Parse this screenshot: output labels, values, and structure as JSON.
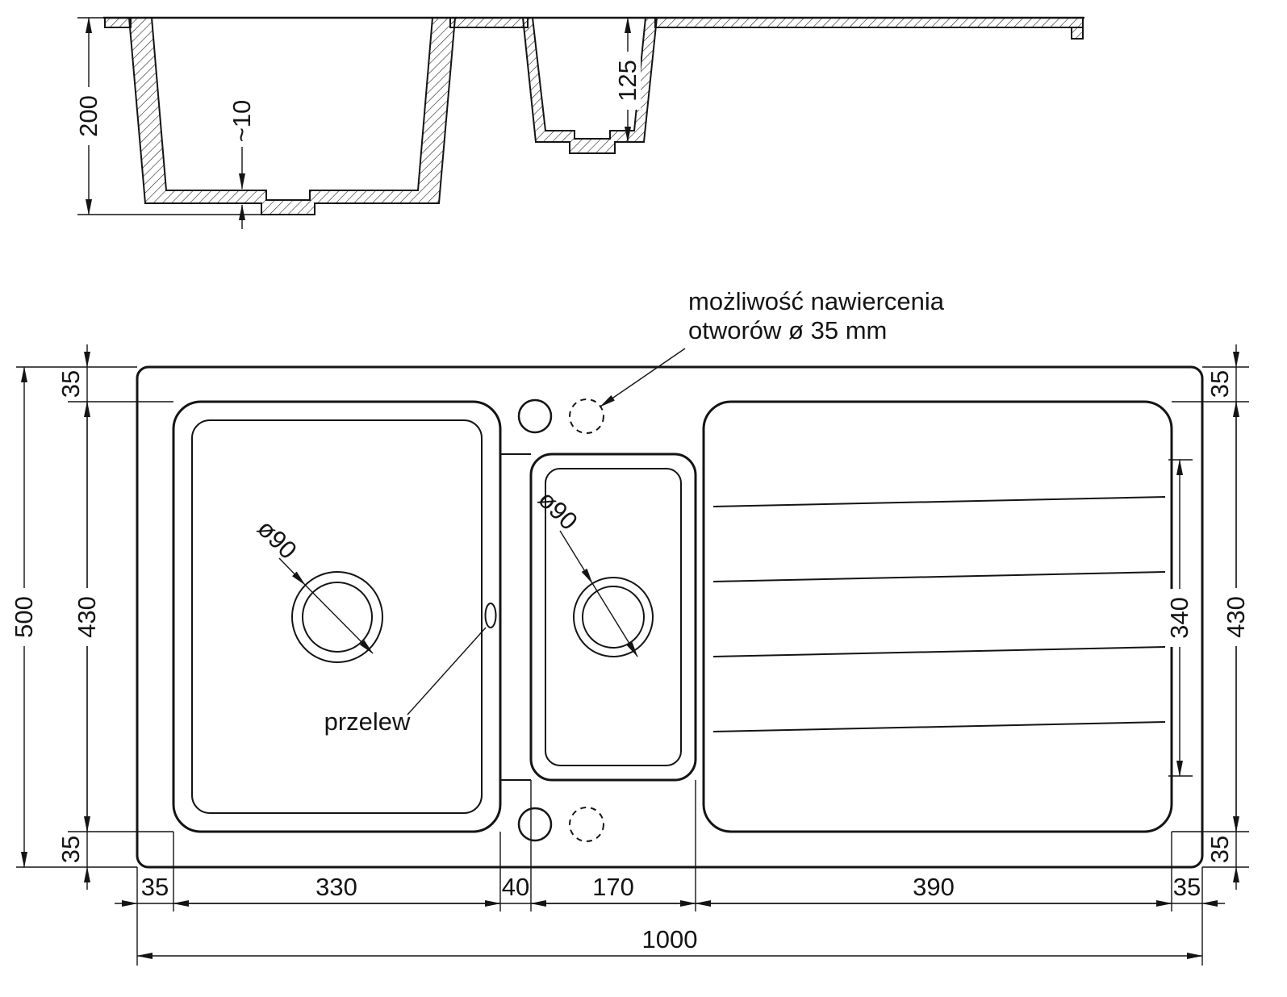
{
  "section_view": {
    "dim_total_depth": "200",
    "dim_floor_thickness": "~10",
    "dim_small_basin_depth": "125"
  },
  "plan_view": {
    "drill_note_line1": "możliwość nawiercenia",
    "drill_note_line2": "otworów ø 35 mm",
    "overflow_label": "przelew",
    "main_drain_diameter": "ø90",
    "small_drain_diameter": "ø90",
    "dims": {
      "overall_width": "1000",
      "overall_height": "500",
      "left_chain": [
        "35",
        "430",
        "35"
      ],
      "right_chain": [
        "35",
        "430",
        "35"
      ],
      "drainboard_inner_height": "340",
      "bottom_chain": [
        "35",
        "330",
        "40",
        "170",
        "390",
        "35"
      ]
    }
  },
  "colors": {
    "line": "#141414",
    "background": "#ffffff"
  }
}
